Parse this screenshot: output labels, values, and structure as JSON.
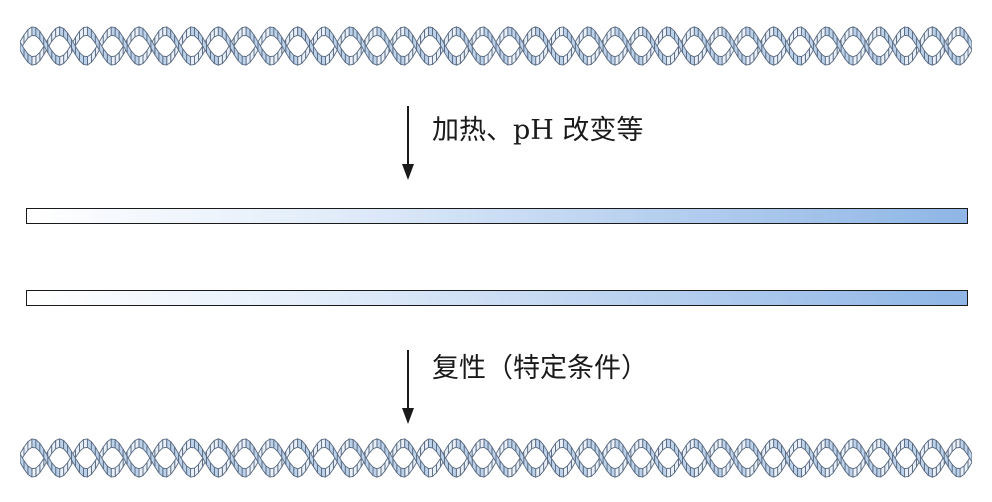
{
  "diagram": {
    "helix_top": {
      "turns": 18,
      "colors": {
        "fill": "#bcd1ea",
        "outline": "#5a6a80"
      }
    },
    "strands": {
      "colors": {
        "outline": "#1a1a1a",
        "gradient_end": "#8fb6e6"
      }
    },
    "helix_bottom": {
      "turns": 18,
      "colors": {
        "fill": "#bcd1ea",
        "outline": "#5a6a80"
      }
    },
    "steps": {
      "denature_label": "加热、pH 改变等",
      "renature_label": "复性（特定条件）"
    }
  }
}
